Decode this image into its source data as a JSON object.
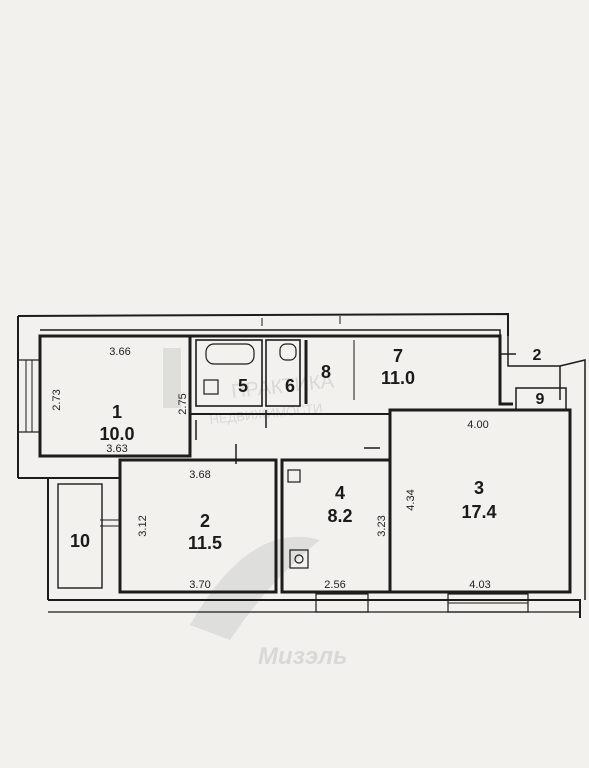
{
  "rooms": {
    "r1": {
      "number": "1",
      "area": "10.0"
    },
    "r2": {
      "number": "2",
      "area": "11.5"
    },
    "r3": {
      "number": "3",
      "area": "17.4"
    },
    "r4": {
      "number": "4",
      "area": "8.2"
    },
    "r5": {
      "number": "5"
    },
    "r6": {
      "number": "6"
    },
    "r7": {
      "number": "7",
      "area": "11.0"
    },
    "r8": {
      "number": "8"
    },
    "r9": {
      "number": "9"
    },
    "r10": {
      "number": "10"
    },
    "r2b": {
      "number": "2"
    }
  },
  "dimensions": {
    "r1_top": "3.66",
    "r1_left": "2.73",
    "r1_right": "2.75",
    "r1_bottom": "3.63",
    "r2_top": "3.68",
    "r2_left": "3.12",
    "r2_bottom": "3.70",
    "r4_right": "3.23",
    "r4_bottom": "2.56",
    "r3_top": "4.00",
    "r3_left": "4.34",
    "r3_bottom": "4.03"
  },
  "watermark": {
    "top_line": "ПРАКТИКА",
    "bottom_line": "НЕДВИЖИМОСТИ",
    "brand": "Мизэль"
  },
  "colors": {
    "wall": "#1c1c1c",
    "paper": "#f2f1ee",
    "watermark": "#d0d0ce"
  }
}
